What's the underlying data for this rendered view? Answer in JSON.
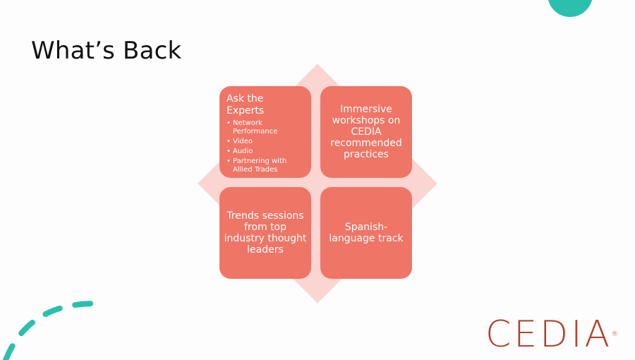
{
  "slide": {
    "title": "What’s Back",
    "boxes": {
      "top_left": {
        "heading": "Ask the Experts",
        "bullets": [
          "Network Performance",
          "Video",
          "Audio",
          "Partnering with Allied Trades"
        ]
      },
      "top_right": {
        "text": "Immersive workshops on CEDIA recommended practices"
      },
      "bottom_left": {
        "text": "Trends sessions from top industry thought leaders"
      },
      "bottom_right": {
        "text": "Spanish-language track"
      }
    },
    "logo": {
      "text": "CEDIA",
      "mark": "®"
    }
  },
  "colors": {
    "box": "#ef7566",
    "diamond": "#fbd5d2",
    "accent_teal": "#2bbfae",
    "logo": "#b0452e"
  },
  "icons": {
    "corner_circle": "teal-circle-decoration",
    "dashed_arc": "teal-dashed-arc-decoration"
  }
}
